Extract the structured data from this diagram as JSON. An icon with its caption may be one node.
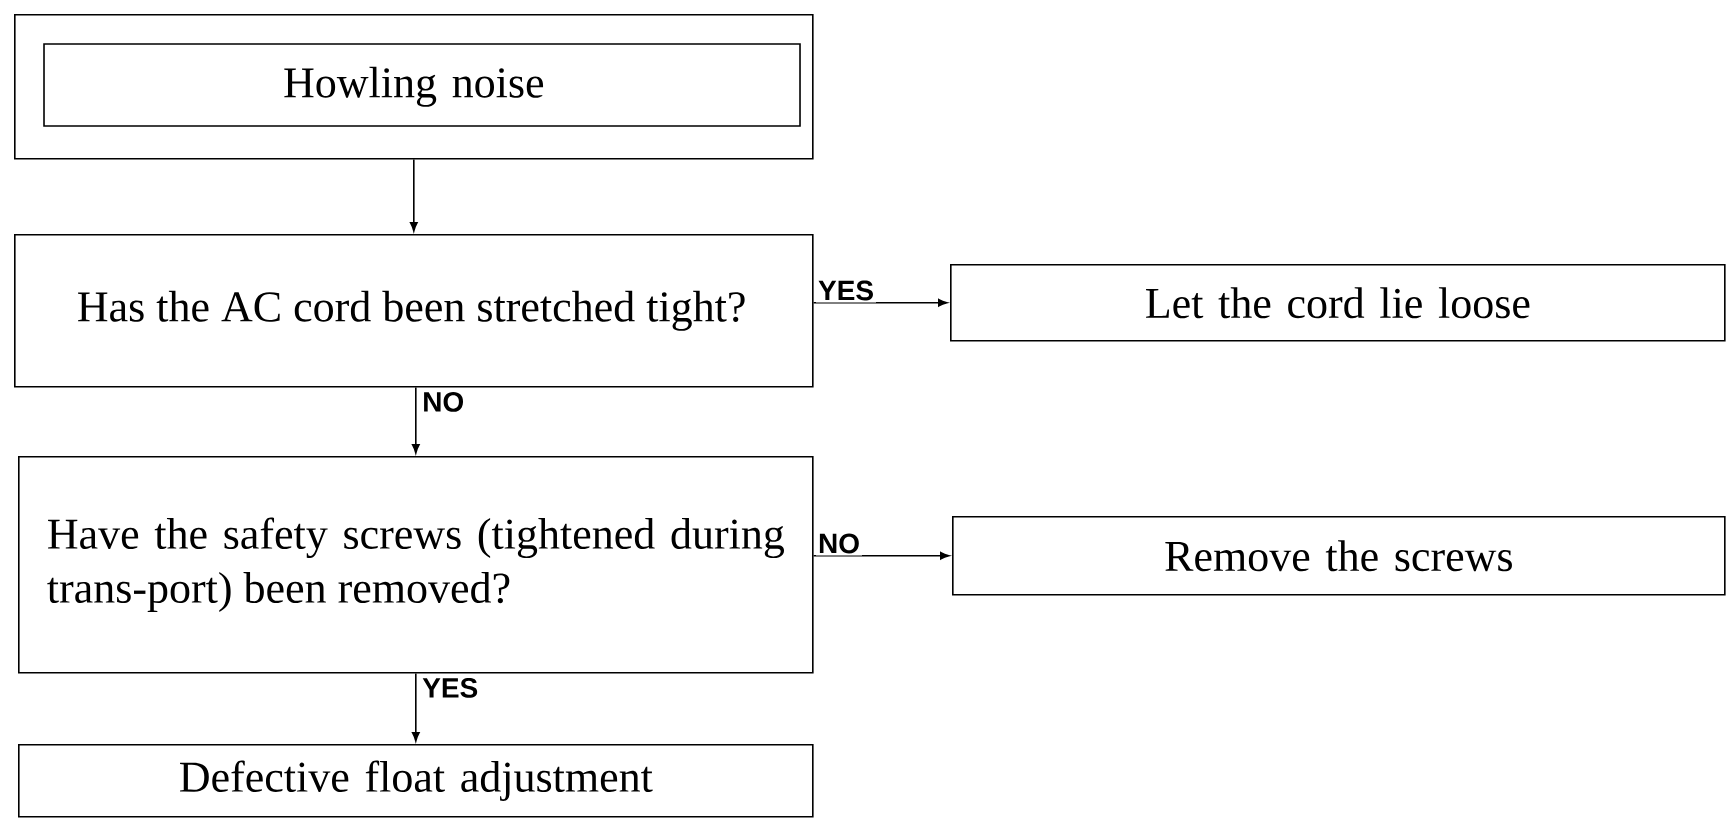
{
  "diagram": {
    "nodes": [
      {
        "text": [
          "Howling noise"
        ]
      },
      {
        "text": [
          "Has the AC cord been stretched tight?"
        ]
      },
      {
        "text": [
          "Let the cord lie loose"
        ]
      },
      {
        "text": [
          "Have the safety screws (tightened during trans-port) been removed?"
        ]
      },
      {
        "text": [
          "Remove the screws"
        ]
      },
      {
        "text": [
          "Defective float adjustment"
        ]
      }
    ],
    "edges": [
      {
        "from": 0,
        "to": 1,
        "arrow": "to"
      },
      {
        "from": 1,
        "to": 2,
        "arrow": "to",
        "label": "YES"
      },
      {
        "from": 1,
        "to": 3,
        "arrow": "to",
        "label": "NO"
      },
      {
        "from": 3,
        "to": 4,
        "arrow": "to",
        "label": "NO"
      },
      {
        "from": 3,
        "to": 5,
        "arrow": "to",
        "label": "YES"
      }
    ]
  }
}
